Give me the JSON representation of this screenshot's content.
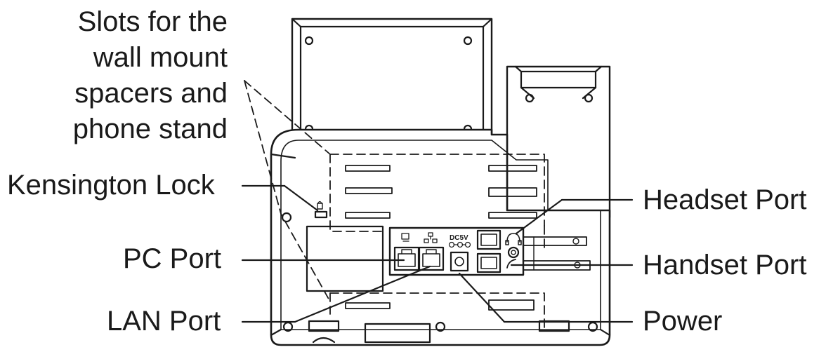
{
  "labels": {
    "slots_line1": "Slots for the",
    "slots_line2": "wall mount",
    "slots_line3": "spacers and",
    "slots_line4": "phone stand",
    "kensington": "Kensington Lock",
    "pc_port": "PC Port",
    "lan_port": "LAN Port",
    "headset_port": "Headset Port",
    "handset_port": "Handset Port",
    "power": "Power"
  },
  "device_markings": {
    "dc_rating": "DC5V"
  },
  "colors": {
    "line": "#1a1a1a",
    "background": "#ffffff",
    "fill_light": "#ffffff"
  }
}
